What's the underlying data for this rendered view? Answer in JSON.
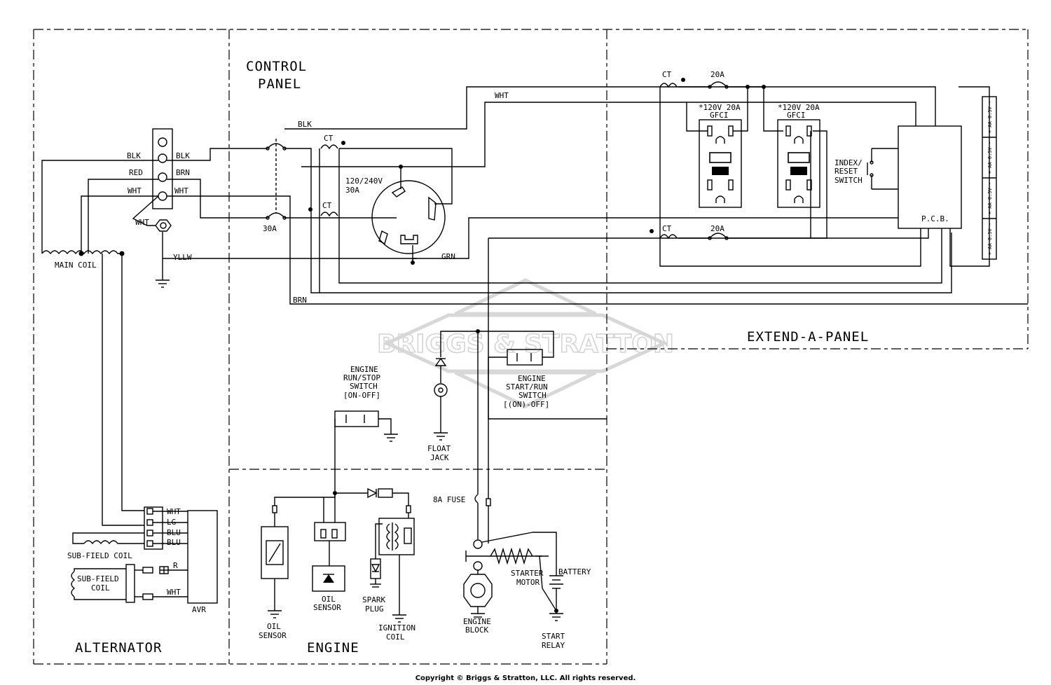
{
  "sections": {
    "alternator": "ALTERNATOR",
    "control_panel_1": "CONTROL",
    "control_panel_2": "PANEL",
    "extend_a_panel": "EXTEND-A-PANEL",
    "engine": "ENGINE"
  },
  "watermark": "BRIGGS & STRATTON",
  "copyright": "Copyright © Briggs & Stratton, LLC. All rights reserved.",
  "terminal_labels": {
    "blk_left": "BLK",
    "red_left": "RED",
    "wht_left": "WHT",
    "blk_right": "BLK",
    "brn_right": "BRN",
    "wht_right": "WHT",
    "wht_ground": "WHT"
  },
  "main_coil": "MAIN COIL",
  "yllw": "YLLW",
  "wire_labels": {
    "blk_top": "BLK",
    "wht_top": "WHT",
    "grn": "GRN",
    "brn_bottom": "BRN"
  },
  "breaker_30a": "30A",
  "ct_labels": [
    "CT",
    "CT",
    "CT",
    "CT"
  ],
  "receptacle_main": {
    "line1": "120/240V",
    "line2": "30A"
  },
  "breaker_20a_top": "20A",
  "breaker_20a_bottom": "20A",
  "gfci_1": {
    "line1": "*120V 20A",
    "line2": "GFCI"
  },
  "gfci_2": {
    "line1": "*120V 20A",
    "line2": "GFCI"
  },
  "reset_switch": {
    "line1": "INDEX/",
    "line2": "RESET",
    "line3": "SWITCH"
  },
  "pcb": "P.C.B.",
  "battery_cells": [
    "+ AA 0.5V -",
    "+ AA 0.5V -",
    "+ AA 0.5V -",
    "+ AA 0.5V -"
  ],
  "run_stop_switch": {
    "line1": "ENGINE",
    "line2": "RUN/STOP",
    "line3": "SWITCH",
    "line4": "[ON-OFF]"
  },
  "float_jack": {
    "line1": "FLOAT",
    "line2": "JACK"
  },
  "start_run_switch": {
    "line1": "ENGINE",
    "line2": "START/RUN",
    "line3": "SWITCH",
    "line4": "[(ON)-OFF]"
  },
  "fuse": "8A FUSE",
  "avr_labels": {
    "wht1": "WHT",
    "lg": "LG",
    "blu1": "BLU",
    "blu2": "BLU",
    "r": "R",
    "wht2": "WHT",
    "avr": "AVR"
  },
  "sub_field_coil_top": "SUB-FIELD COIL",
  "sub_field_coil_box": {
    "line1": "SUB-FIELD",
    "line2": "COIL"
  },
  "oil_sensor_left": {
    "line1": "OIL",
    "line2": "SENSOR"
  },
  "oil_sensor_mid": {
    "line1": "OIL",
    "line2": "SENSOR"
  },
  "spark_plug": {
    "line1": "SPARK",
    "line2": "PLUG"
  },
  "ignition_coil": {
    "line1": "IGNITION",
    "line2": "COIL"
  },
  "starter_motor": {
    "line1": "STARTER",
    "line2": "MOTOR"
  },
  "battery": "BATTERY",
  "engine_block": {
    "line1": "ENGINE",
    "line2": "BLOCK"
  },
  "start_relay": {
    "line1": "START",
    "line2": "RELAY"
  }
}
